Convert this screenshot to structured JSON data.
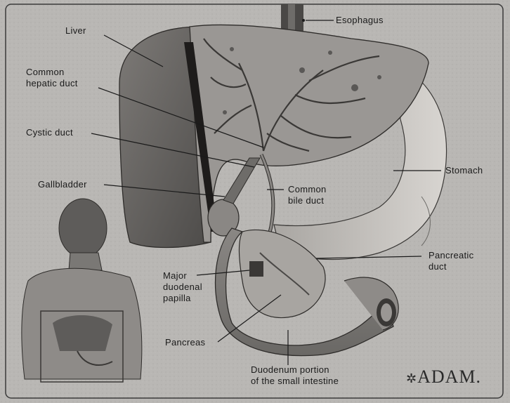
{
  "labels": {
    "esophagus": "Esophagus",
    "liver": "Liver",
    "common_hepatic_duct": [
      "Common",
      "hepatic duct"
    ],
    "cystic_duct": "Cystic duct",
    "gallbladder": "Gallbladder",
    "common_bile_duct": [
      "Common",
      "bile duct"
    ],
    "stomach": "Stomach",
    "pancreatic_duct": [
      "Pancreatic",
      "duct"
    ],
    "major_duodenal_papilla": [
      "Major",
      "duodenal",
      "papilla"
    ],
    "pancreas": "Pancreas",
    "duodenum": [
      "Duodenum portion",
      "of the small intestine"
    ]
  },
  "logo": "ADAM.",
  "colors": {
    "background": "#b9b7b4",
    "organ_dark": "#5a5856",
    "organ_mid": "#8e8b88",
    "organ_light": "#c9c6c2",
    "line": "#1a1a1a"
  }
}
